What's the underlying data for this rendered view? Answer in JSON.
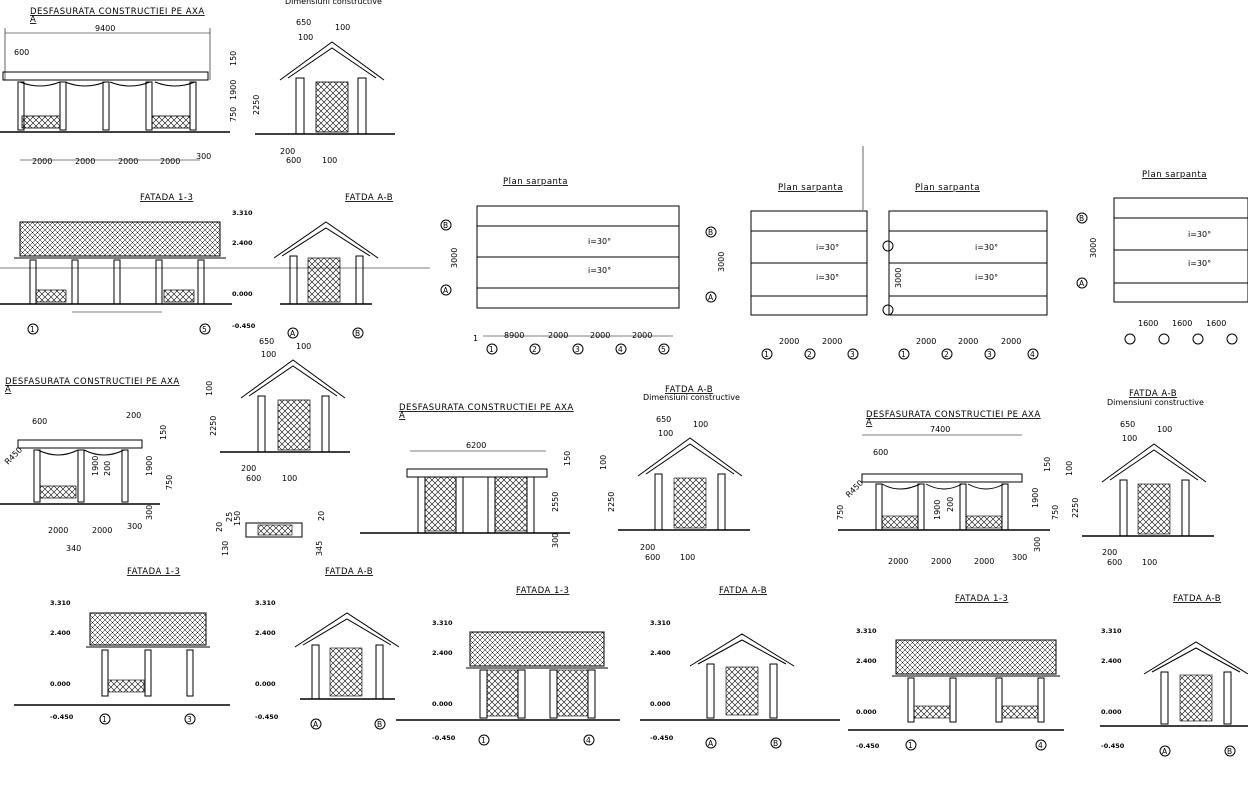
{
  "titles": {
    "desfasurata": "DESFASURATA  CONSTRUCTIEI PE AXA",
    "axa_a": "A",
    "dimensiuni": "Dimensiuni constructive",
    "fatada_13": "FATADA  1-3",
    "fatada_ab": "FATDA  A-B",
    "fatada_15": "FATADA  1-3",
    "fatada_ab2": "FATDA  A-B",
    "plan_sarpanta": "Plan sarpanta"
  },
  "dims": {
    "d9400": "9400",
    "d6200": "6200",
    "d7400": "7400",
    "d2000": "2000",
    "d300": "300",
    "d600": "600",
    "d650": "650",
    "d100": "100",
    "d150": "150",
    "d1900": "1900",
    "d750": "750",
    "d2250": "2250",
    "d200": "200",
    "d3000": "3000",
    "d1600": "1600",
    "d8900": "8900",
    "d2550": "2550",
    "d340": "340",
    "d25": "25",
    "d20": "20",
    "d130": "130",
    "d345": "345",
    "r450": "R450",
    "one": "1"
  },
  "slopes": {
    "up": "i=30°",
    "down": "i=30°"
  },
  "levels": {
    "l1": "3.310",
    "l2": "2.400",
    "l3": "0.000",
    "l4": "-0.450"
  },
  "axes": {
    "n1": "1",
    "n2": "2",
    "n3": "3",
    "n4": "4",
    "n5": "5",
    "a": "A",
    "b": "B"
  }
}
